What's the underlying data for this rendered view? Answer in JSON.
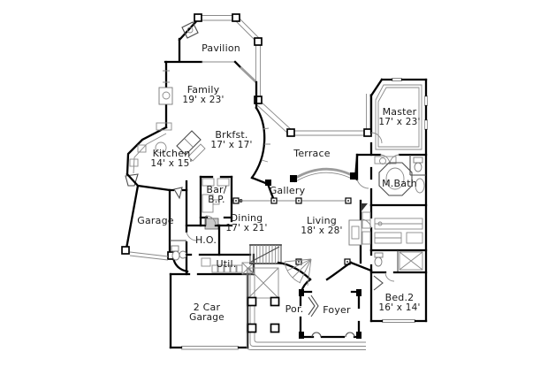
{
  "plan": {
    "type": "architectural-first-floor-plan",
    "colors": {
      "walls": "#000000",
      "detail_lines": "#8a8a8a",
      "accent_gray": "#9c9c9c",
      "background": "#ffffff",
      "text": "#1a1a1a"
    },
    "rooms": {
      "pavilion": {
        "name": "Pavilion"
      },
      "family": {
        "name": "Family",
        "dims": "19' x 23'"
      },
      "kitchen": {
        "name": "Kitchen",
        "dims": "14' x 15'"
      },
      "breakfast": {
        "name": "Brkfst.",
        "dims": "17' x 17'"
      },
      "terrace": {
        "name": "Terrace"
      },
      "master": {
        "name": "Master",
        "dims": "17' x 23'"
      },
      "master_bath": {
        "name": "M.Bath"
      },
      "gallery": {
        "name": "Gallery"
      },
      "bar_butlers_pantry": {
        "line1": "Bar/",
        "line2": "B.P."
      },
      "garage": {
        "name": "Garage"
      },
      "dining": {
        "name": "Dining",
        "dims": "17' x 21'"
      },
      "living": {
        "name": "Living",
        "dims": "18' x 28'"
      },
      "home_office": {
        "name": "H.O."
      },
      "utility": {
        "name": "Util."
      },
      "two_car_garage": {
        "line1": "2 Car",
        "line2": "Garage"
      },
      "porch": {
        "name": "Por."
      },
      "foyer": {
        "name": "Foyer"
      },
      "bed2": {
        "name": "Bed.2",
        "dims": "16' x 14'"
      }
    }
  }
}
